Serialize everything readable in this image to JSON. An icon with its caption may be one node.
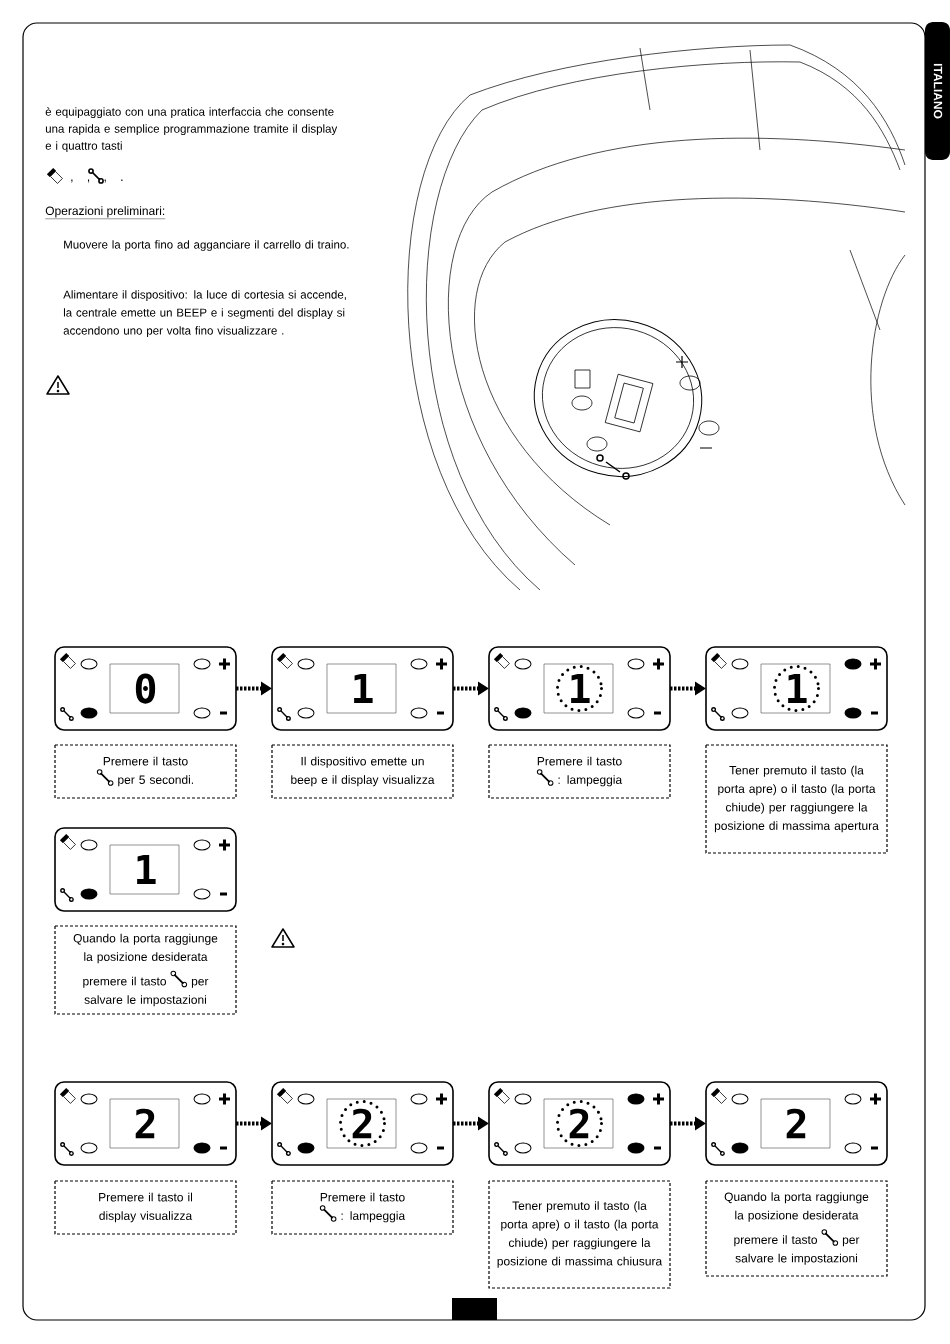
{
  "diagram": {
    "nodes": [
      {
        "text": [
          "0"
        ]
      },
      {
        "text": [
          "1"
        ]
      },
      {
        "text": [
          "1"
        ]
      },
      {
        "text": [
          "1"
        ]
      },
      {
        "text": [
          "Premere il tasto",
          "per 5 secondi."
        ]
      },
      {
        "text": [
          "Il dispositivo emette un beep e il display visualizza"
        ]
      },
      {
        "text": [
          "Premere il tasto",
          ": lampeggia"
        ]
      },
      {
        "text": [
          "Tener premuto il tasto (la porta apre) o il tasto (la porta chiude) per raggiungere la posizione di massima apertura"
        ]
      },
      {
        "text": [
          "1"
        ]
      },
      {
        "text": [
          "Quando la porta raggiunge la posizione desiderata",
          "premere il tasto",
          "per salvare le impostazioni"
        ]
      },
      {
        "text": [
          "2"
        ]
      },
      {
        "text": [
          "2"
        ]
      },
      {
        "text": [
          "2"
        ]
      },
      {
        "text": [
          "2"
        ]
      },
      {
        "text": [
          "Premere il tasto  il display visualizza"
        ]
      },
      {
        "text": [
          "Premere il tasto",
          ": lampeggia"
        ]
      },
      {
        "text": [
          "Tener premuto il tasto (la porta apre) o il tasto (la porta chiude) per raggiungere la posizione di massima chiusura"
        ]
      },
      {
        "text": [
          "Quando la porta raggiunge la posizione desiderata",
          "premere il tasto",
          "per salvare le impostazioni"
        ]
      }
    ],
    "edges": [
      {
        "from": 0,
        "to": 1,
        "arrow": "to"
      },
      {
        "from": 1,
        "to": 2,
        "arrow": "to"
      },
      {
        "from": 2,
        "to": 3,
        "arrow": "to"
      },
      {
        "from": 10,
        "to": 11,
        "arrow": "to"
      },
      {
        "from": 11,
        "to": 12,
        "arrow": "to"
      },
      {
        "from": 12,
        "to": 13,
        "arrow": "to"
      }
    ],
    "labels": [
      "ITALIANO",
      "è equipaggiato con una pratica interfaccia che consente una rapida e semplice programmazione tramite il display e i quattro tasti",
      ", , , .",
      "Operazioni preliminari:",
      "Muovere la porta fino ad agganciare il carrello di traino.",
      "Alimentare il dispositivo: la luce di cortesia si accende, la centrale emette un BEEP e i segmenti del display si accendono uno per volta fino visualizzare ."
    ]
  }
}
